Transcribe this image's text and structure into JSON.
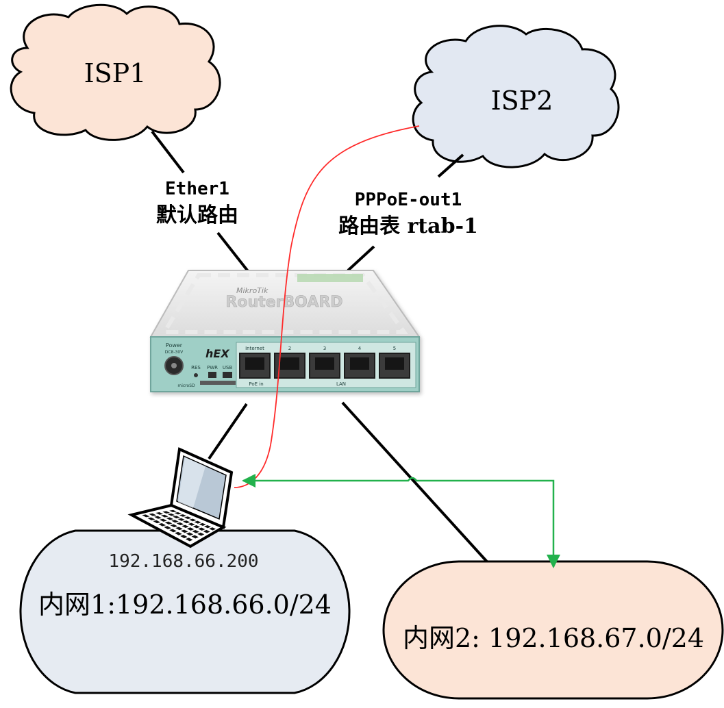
{
  "clouds": {
    "isp1": {
      "label": "ISP1",
      "fill": "#fce4d6"
    },
    "isp2": {
      "label": "ISP2",
      "fill": "#e2e8f2"
    }
  },
  "links": {
    "isp1": {
      "line1": "Ether1",
      "line2": "默认路由"
    },
    "isp2": {
      "line1": "PPPoE-out1",
      "line2": "路由表 rtab-1"
    }
  },
  "router": {
    "brand": "MikroTik",
    "board": "RouterBOARD",
    "model": "hEX",
    "power_label": "Power",
    "power_sub": "DC8-30V",
    "ports": [
      "Internet",
      "2",
      "3",
      "4",
      "5"
    ],
    "buttons": [
      "RES",
      "PWR",
      "USB"
    ],
    "sd_label": "microSD",
    "poe_label": "PoE in",
    "lan_label": "LAN",
    "body_color": "#9fcfc6"
  },
  "networks": {
    "lan1": {
      "host_ip": "192.168.66.200",
      "label": "内网1:192.168.66.0/24",
      "fill": "#e6ebf2"
    },
    "lan2": {
      "label": "内网2: 192.168.67.0/24",
      "fill": "#fce4d6"
    }
  },
  "colors": {
    "red_path": "#ff2a2a",
    "green_path": "#22b14c",
    "wire": "#000000"
  }
}
